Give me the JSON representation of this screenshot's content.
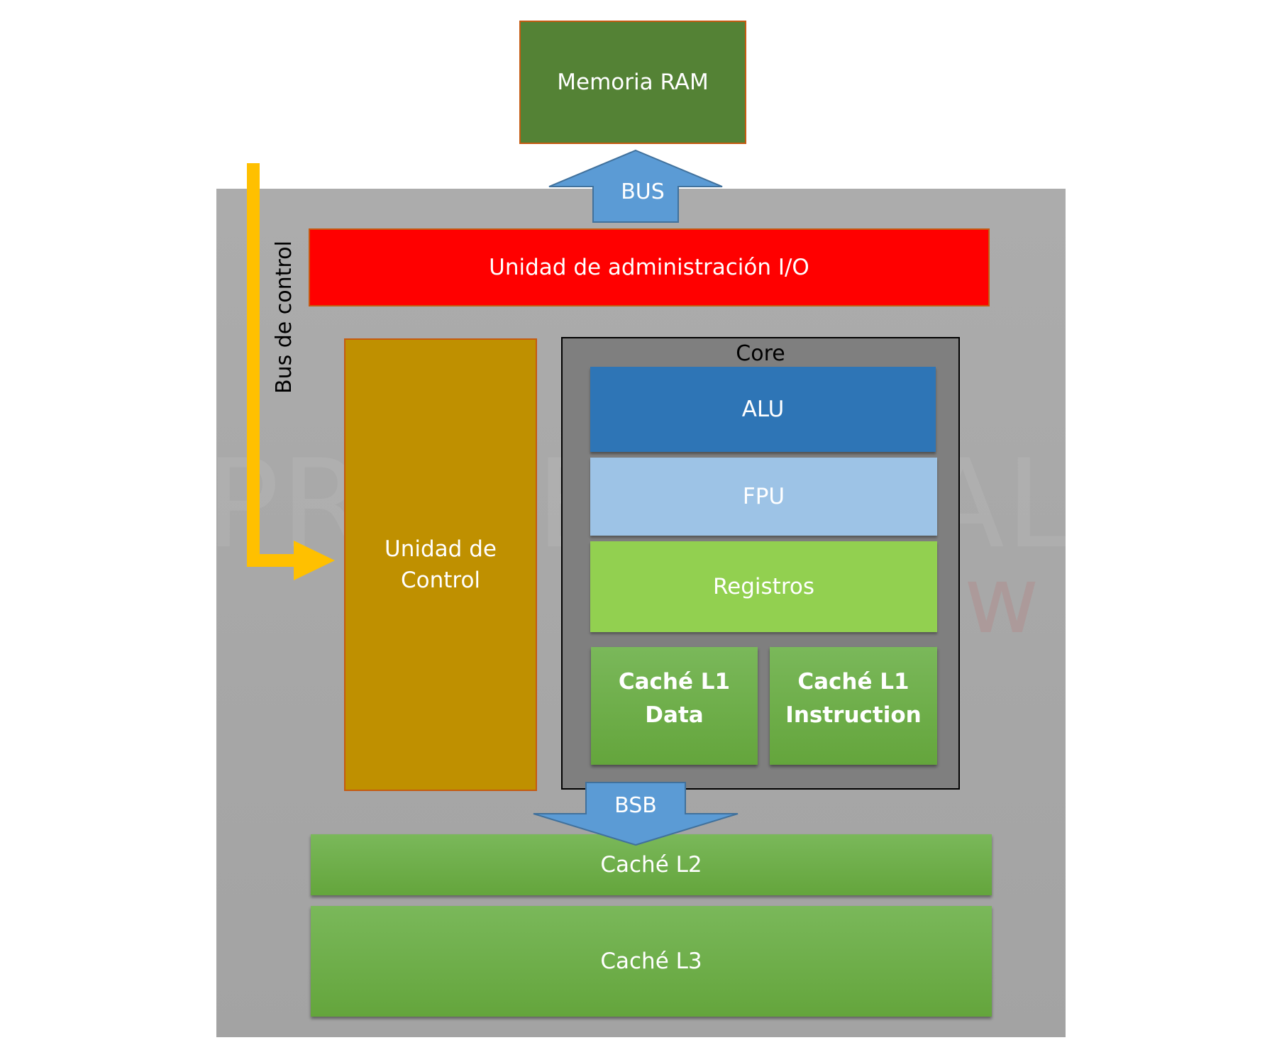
{
  "memory": {
    "label": "Memoria RAM"
  },
  "bus": {
    "label": "BUS"
  },
  "io_unit": {
    "label": "Unidad de administración I/O"
  },
  "control_bus": {
    "label": "Bus de control"
  },
  "control_unit": {
    "line1": "Unidad de",
    "line2": "Control"
  },
  "core": {
    "label": "Core",
    "alu": "ALU",
    "fpu": "FPU",
    "registers": "Registros",
    "l1_data": {
      "line1": "Caché L1",
      "line2": "Data"
    },
    "l1_instruction": {
      "line1": "Caché L1",
      "line2": "Instruction"
    }
  },
  "bsb": {
    "label": "BSB"
  },
  "cache_l2": {
    "label": "Caché L2"
  },
  "cache_l3": {
    "label": "Caché L3"
  },
  "watermark": {
    "line1": "PROFESIONAL",
    "line2": "review"
  },
  "colors": {
    "ram": "#548235",
    "io": "#ff0000",
    "control_unit": "#bf9000",
    "core": "#7f7f7f",
    "alu": "#2e75b6",
    "fpu": "#9dc3e6",
    "registers": "#92d050",
    "cache": "#70ad47",
    "bus_arrow": "#5b9bd5",
    "control_bus_arrow": "#ffc000"
  }
}
